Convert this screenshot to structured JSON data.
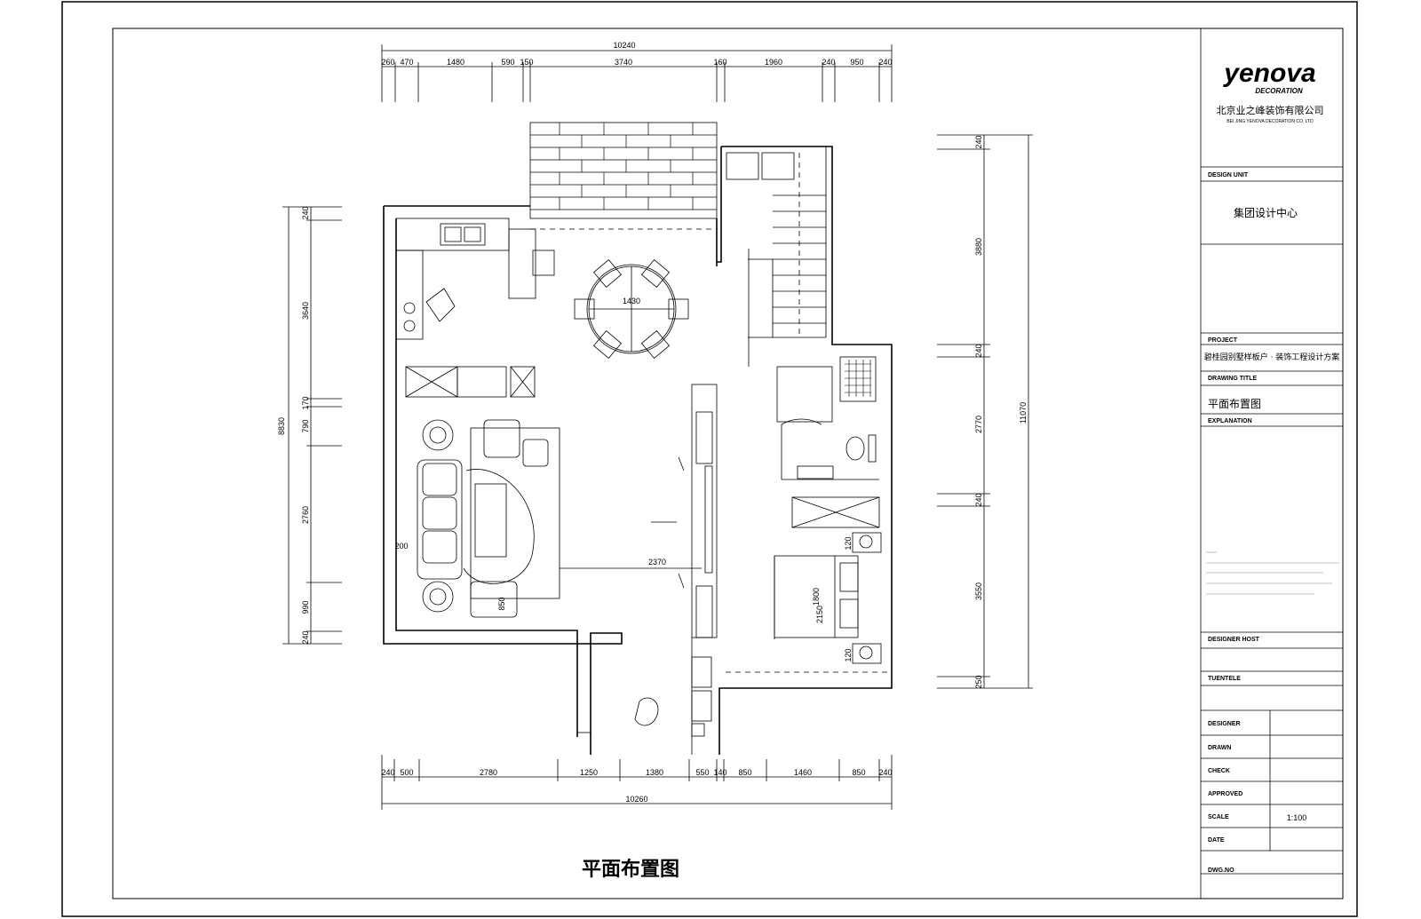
{
  "title_block": {
    "logo_text": "yenova",
    "logo_sub": "DECORATION",
    "company_cn": "北京业之峰装饰有限公司",
    "company_en": "BEI JING YENOVA DECORATION CO. LTD",
    "design_unit_label": "DESIGN UNIT",
    "design_unit_value": "集团设计中心",
    "project_label": "PROJECT",
    "project_value": "碧桂园别墅样板户 · 装饰工程设计方案",
    "drawing_title_label": "DRAWING TITLE",
    "drawing_title_value": "平面布置图",
    "explanation_label": "EXPLANATION",
    "designer_host_label": "DESIGNER HOST",
    "tuentele_label": "TUENTELE",
    "designer_label": "DESIGNER",
    "drawn_label": "DRAWN",
    "check_label": "CHECK",
    "approved_label": "APPROVED",
    "scale_label": "SCALE",
    "scale_value": "1:100",
    "date_label": "DATE",
    "dwg_label": "DWG.NO"
  },
  "caption": "平面布置图",
  "dims": {
    "top_total": "10240",
    "top_1": "260",
    "top_2": "470",
    "top_3": "1480",
    "top_4": "590",
    "top_5": "150",
    "top_6": "3740",
    "top_7": "160",
    "top_8": "1960",
    "top_9": "240",
    "top_10": "950",
    "top_11": "240",
    "bottom_total": "10260",
    "bottom_1": "240",
    "bottom_2": "500",
    "bottom_3": "2780",
    "bottom_4": "1250",
    "bottom_5": "1380",
    "bottom_6": "550",
    "bottom_7": "140",
    "bottom_8": "850",
    "bottom_9": "1460",
    "bottom_10": "850",
    "bottom_11": "240",
    "left_total": "8830",
    "left_1": "240",
    "left_2": "3640",
    "left_3": "170",
    "left_4": "790",
    "left_5": "2760",
    "left_6": "990",
    "left_7": "240",
    "right_total": "11070",
    "right_1": "240",
    "right_2": "3880",
    "right_3": "240",
    "right_4": "2770",
    "right_5": "240",
    "right_6": "3550",
    "right_7": "250",
    "inner_table": "1430",
    "inner_hall": "2370",
    "inner_sofa": "200",
    "inner_chair": "850",
    "inner_bed1": "1800",
    "inner_bed2": "2150",
    "inner_a": "120",
    "inner_b": "120"
  }
}
